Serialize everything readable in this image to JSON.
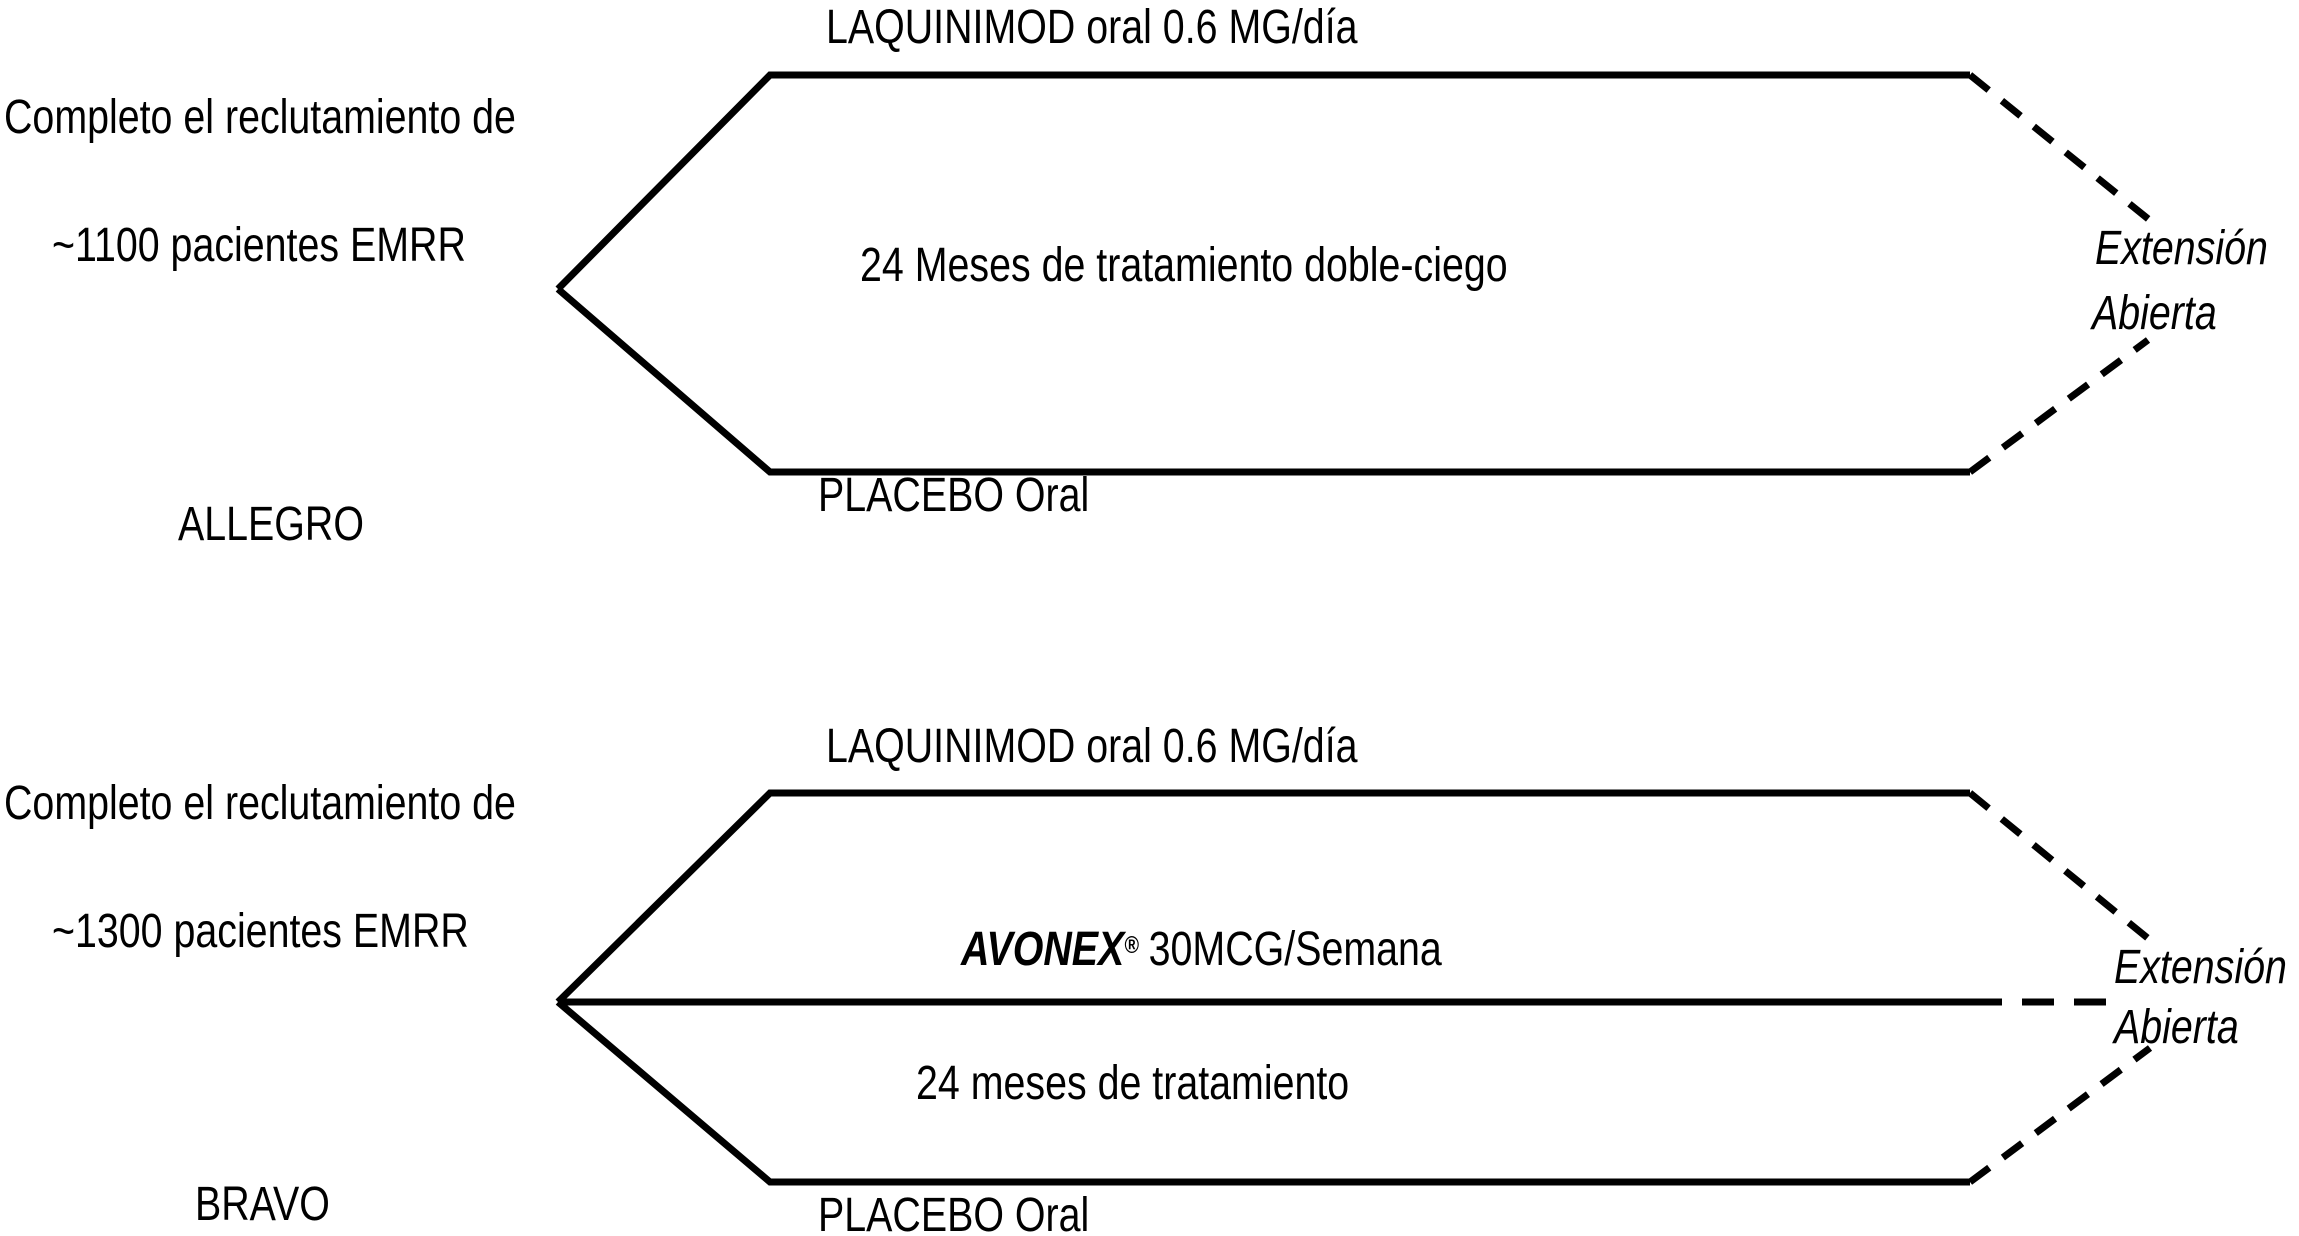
{
  "colors": {
    "background": "#ffffff",
    "line": "#000000",
    "text": "#000000"
  },
  "studies": [
    {
      "name": "ALLEGRO",
      "recruitment_line1": "Completo el reclutamiento de",
      "recruitment_line2": "~1100 pacientes EMRR",
      "arms": {
        "top": "LAQUINIMOD oral 0.6 MG/día",
        "bottom": "PLACEBO Oral"
      },
      "duration": "24 Meses de tratamiento doble-ciego",
      "extension_line1": "Extensión",
      "extension_line2": "Abierta"
    },
    {
      "name": "BRAVO",
      "recruitment_line1": "Completo el reclutamiento de",
      "recruitment_line2": "~1300 pacientes EMRR",
      "arms": {
        "top": "LAQUINIMOD oral 0.6 MG/día",
        "middle_brand": "AVONEX",
        "middle_reg_mark": "®",
        "middle_rest": "30MCG/Semana",
        "bottom": "PLACEBO Oral"
      },
      "duration": "24 meses de tratamiento",
      "extension_line1": "Extensión",
      "extension_line2": "Abierta"
    }
  ]
}
